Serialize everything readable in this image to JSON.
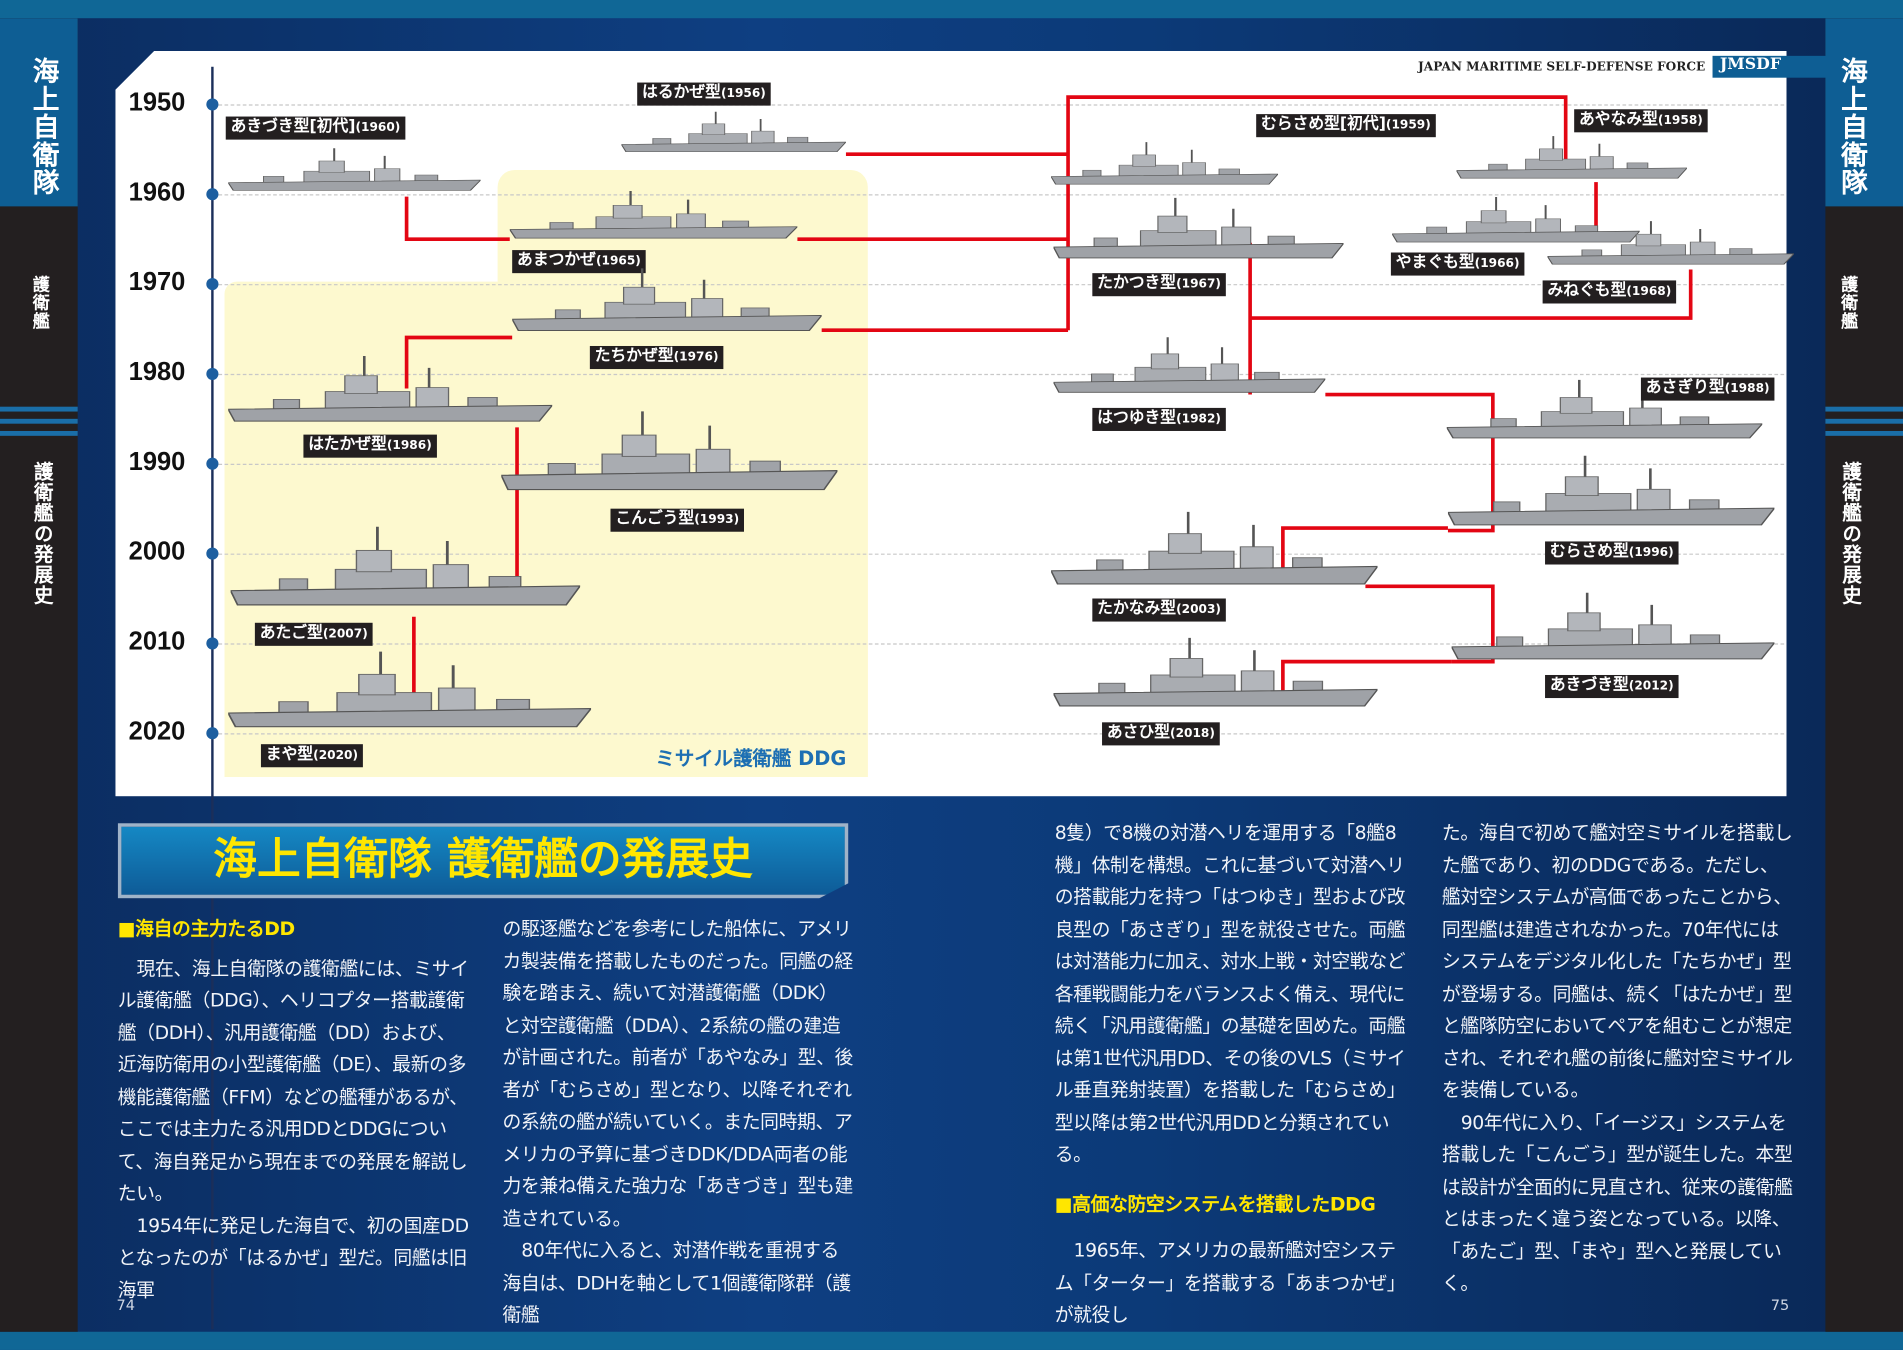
{
  "side": {
    "title": "海上自衛隊",
    "sub": "護衛艦",
    "section": "護衛艦の発展史"
  },
  "header": {
    "text": "JAPAN MARITIME SELF-DEFENSE FORCE",
    "badge": "JMSDF"
  },
  "years": [
    "1950",
    "1960",
    "1970",
    "1980",
    "1990",
    "2000",
    "2010",
    "2020"
  ],
  "ddg_label": "ミサイル護衛艦 DDG",
  "ships": [
    {
      "name": "あきづき型[初代]",
      "year": "(1960)"
    },
    {
      "name": "はるかぜ型",
      "year": "(1956)"
    },
    {
      "name": "あまつかぜ",
      "year": "(1965)"
    },
    {
      "name": "たちかぜ型",
      "year": "(1976)"
    },
    {
      "name": "はたかぜ型",
      "year": "(1986)"
    },
    {
      "name": "こんごう型",
      "year": "(1993)"
    },
    {
      "name": "あたご型",
      "year": "(2007)"
    },
    {
      "name": "まや型",
      "year": "(2020)"
    },
    {
      "name": "むらさめ型[初代]",
      "year": "(1959)"
    },
    {
      "name": "たかつき型",
      "year": "(1967)"
    },
    {
      "name": "はつゆき型",
      "year": "(1982)"
    },
    {
      "name": "あやなみ型",
      "year": "(1958)"
    },
    {
      "name": "やまぐも型",
      "year": "(1966)"
    },
    {
      "name": "みねぐも型",
      "year": "(1968)"
    },
    {
      "name": "あさぎり型",
      "year": "(1988)"
    },
    {
      "name": "むらさめ型",
      "year": "(1996)"
    },
    {
      "name": "たかなみ型",
      "year": "(2003)"
    },
    {
      "name": "あきづき型",
      "year": "(2012)"
    },
    {
      "name": "あさひ型",
      "year": "(2018)"
    }
  ],
  "article": {
    "title": "海上自衛隊 護衛艦の発展史",
    "h1": "■海自の主力たるDD",
    "p1": "現在、海上自衛隊の護衛艦には、ミサイル護衛艦（DDG）、ヘリコプター搭載護衛艦（DDH）、汎用護衛艦（DD）および、近海防衛用の小型護衛艦（DE）、最新の多機能護衛艦（FFM）などの艦種があるが、ここでは主力たる汎用DDとDDGについて、海自発足から現在までの発展を解説したい。",
    "p2": "1954年に発足した海自で、初の国産DDとなったのが「はるかぜ」型だ。同艦は旧海軍",
    "p2b": "の駆逐艦などを参考にした船体に、アメリカ製装備を搭載したものだった。同艦の経験を踏まえ、続いて対潜護衛艦（DDK）と対空護衛艦（DDA）、2系統の艦の建造が計画された。前者が「あやなみ」型、後者が「むらさめ」型となり、以降それぞれの系統の艦が続いていく。また同時期、アメリカの予算に基づきDDK/DDA両者の能力を兼ね備えた強力な「あきづき」型も建造されている。",
    "p3": "80年代に入ると、対潜作戦を重視する海自は、DDHを軸として1個護衛隊群（護衛艦",
    "p3b": "8隻）で8機の対潜ヘリを運用する「8艦8機」体制を構想。これに基づいて対潜ヘリの搭載能力を持つ「はつゆき」型および改良型の「あさぎり」型を就役させた。両艦は対潜能力に加え、対水上戦・対空戦など各種戦闘能力をバランスよく備え、現代に続く「汎用護衛艦」の基礎を固めた。両艦は第1世代汎用DD、その後のVLS（ミサイル垂直発射装置）を搭載した「むらさめ」型以降は第2世代汎用DDと分類されている。",
    "h2": "■高価な防空システムを搭載したDDG",
    "p4": "1965年、アメリカの最新艦対空システム「ターター」を搭載する「あまつかぜ」が就役し",
    "p4b": "た。海自で初めて艦対空ミサイルを搭載した艦であり、初のDDGである。ただし、艦対空システムが高価であったことから、同型艦は建造されなかった。70年代にはシステムをデジタル化した「たちかぜ」型が登場する。同艦は、続く「はたかぜ」型と艦隊防空においてペアを組むことが想定され、それぞれ艦の前後に艦対空ミサイルを装備している。",
    "p5": "90年代に入り、「イージス」システムを搭載した「こんごう」型が誕生した。本型は設計が全面的に見直され、従来の護衛艦とはまったく違う姿となっている。以降、「あたご」型、「まや」型へと発展していく。"
  },
  "pages": {
    "left": "74",
    "right": "75"
  },
  "colors": {
    "line": "#e30613",
    "ddg_bg": "#fdf9cf",
    "title_text": "#ffe600"
  }
}
